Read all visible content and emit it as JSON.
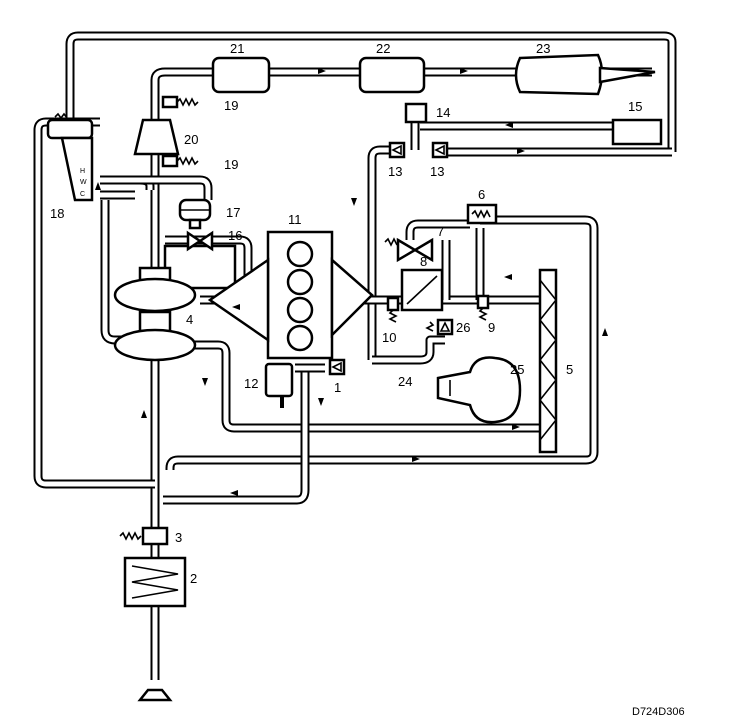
{
  "labels": {
    "n1": "1",
    "n2": "2",
    "n3": "3",
    "n4": "4",
    "n5": "5",
    "n6": "6",
    "n7": "7",
    "n8": "8",
    "n9": "9",
    "n10": "10",
    "n11": "11",
    "n12": "12",
    "n13a": "13",
    "n13b": "13",
    "n14": "14",
    "n15": "15",
    "n16": "16",
    "n17": "17",
    "n18": "18",
    "n19a": "19",
    "n19b": "19",
    "n20": "20",
    "n21": "21",
    "n22": "22",
    "n23": "23",
    "n24": "24",
    "n25": "25",
    "n26": "26"
  },
  "valve18": {
    "h": "H",
    "w": "W",
    "c": "C"
  },
  "figure_code": "D724D306"
}
